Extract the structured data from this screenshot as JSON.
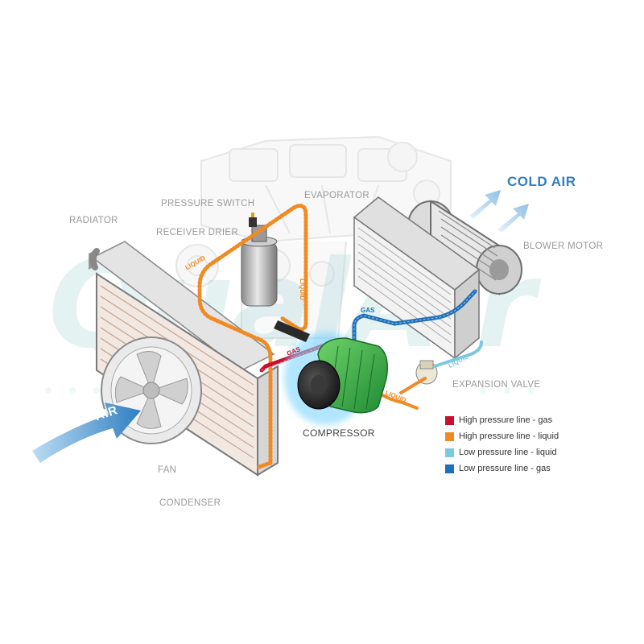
{
  "labels": {
    "radiator": "RADIATOR",
    "pressure_switch": "PRESSURE SWITCH",
    "receiver_drier": "RECEIVER DRIER",
    "evaporator": "EVAPORATOR",
    "blower_motor": "BLOWER MOTOR",
    "expansion_valve": "EXPANSION VALVE",
    "compressor": "COMPRESSOR",
    "fan": "FAN",
    "condenser": "CONDENSER",
    "cold_air": "COLD AIR",
    "air": "AIR"
  },
  "line_tags": {
    "liquid_top": "LIQUID",
    "liquid_vertical": "LIQUID",
    "gas_left": "GAS",
    "gas_right": "GAS",
    "liquid_expansion": "LIQUID",
    "liquid_compressor": "LIQUID"
  },
  "legend": [
    {
      "label": "High pressure line - gas",
      "color": "#c8102e"
    },
    {
      "label": "High pressure line - liquid",
      "color": "#f08a24"
    },
    {
      "label": "Low pressure line - liquid",
      "color": "#7cc8e0"
    },
    {
      "label": "Low pressure line -  gas",
      "color": "#1f6fb8"
    }
  ],
  "colors": {
    "high_gas": "#c8102e",
    "high_liquid": "#f08a24",
    "low_liquid": "#7cc8e0",
    "low_gas": "#1f6fb8",
    "compressor": "#3cb34a",
    "air_arrow": "#3a8fd0"
  }
}
